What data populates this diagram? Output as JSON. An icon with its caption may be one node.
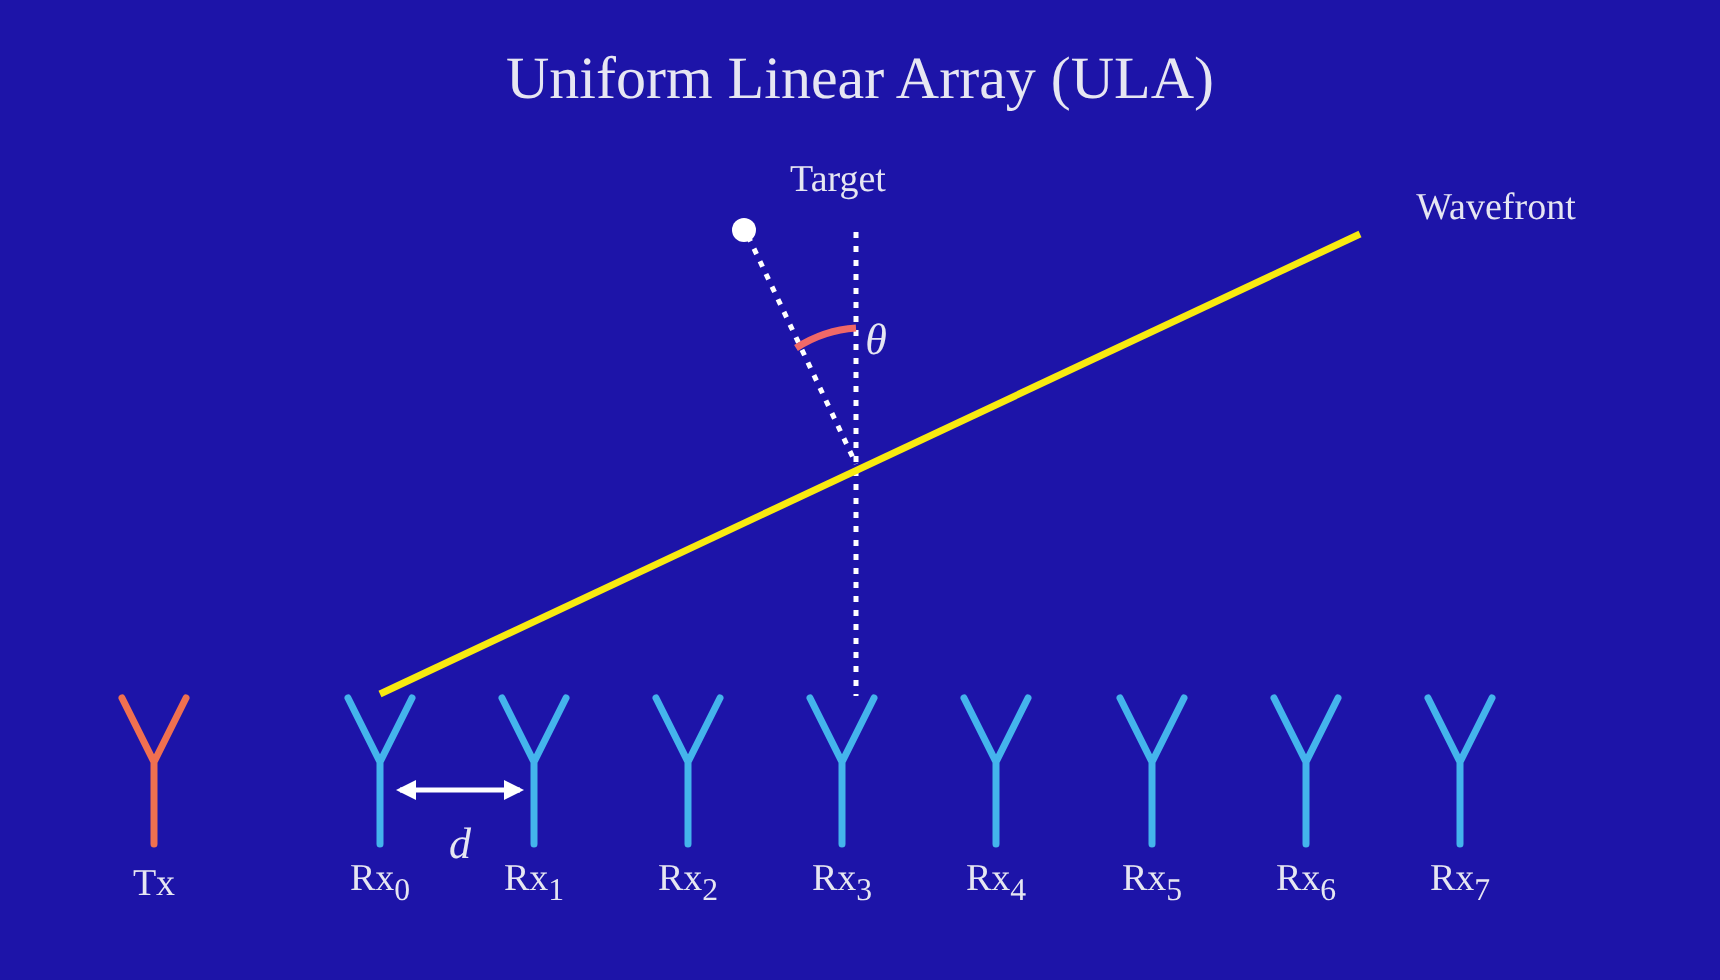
{
  "diagram": {
    "title": "Uniform Linear Array (ULA)",
    "labels": [
      "Target",
      "Wavefront",
      "θ",
      "d",
      "Tx",
      "Rx$_{0}$",
      "Rx$_{1}$",
      "Rx$_{2}$",
      "Rx$_{3}$",
      "Rx$_{4}$",
      "Rx$_{5}$",
      "Rx$_{6}$",
      "Rx$_{7}$"
    ]
  }
}
